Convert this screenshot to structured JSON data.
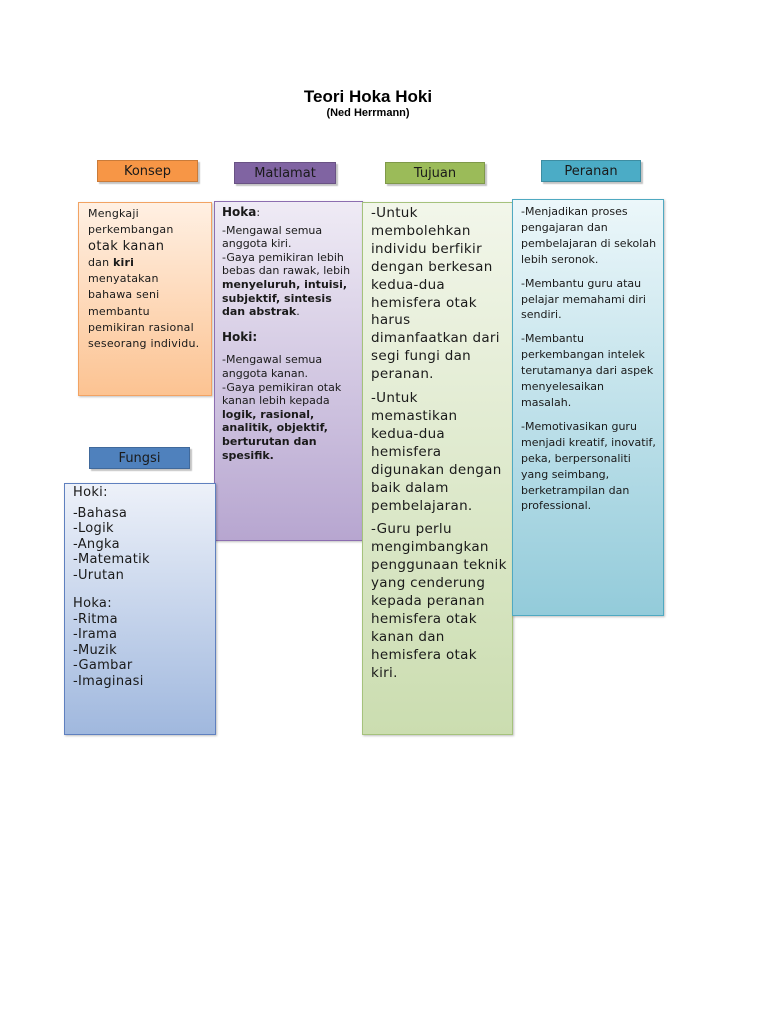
{
  "title": "Teori Hoka Hoki",
  "subtitle": "(Ned Herrmann)",
  "labels": {
    "konsep": "Konsep",
    "matlamat": "Matlamat",
    "tujuan": "Tujuan",
    "peranan": "Peranan",
    "fungsi": "Fungsi"
  },
  "label_colors": {
    "konsep": "#f79646",
    "matlamat": "#8064a2",
    "tujuan": "#9bbb59",
    "peranan": "#4bacc6",
    "fungsi": "#4f81bd"
  },
  "konsep": {
    "t1": "Mengkaji perkembangan",
    "t2": "otak kanan",
    "t3": "dan",
    "t4": "kiri",
    "t5": "menyatakan bahawa seni membantu pemikiran rasional seseorang individu."
  },
  "matlamat": {
    "hoka_head": "Hoka",
    "hoka_colon": ":",
    "hoka_l1": "-Mengawal semua anggota kiri.",
    "hoka_l2": "-Gaya pemikiran lebih bebas dan rawak, lebih",
    "hoka_l2_bold": "menyeluruh, intuisi, subjektif, sintesis dan abstrak",
    "hoka_l2_end": ".",
    "hoki_head": "Hoki:",
    "hoki_l1": "-Mengawal semua anggota kanan.",
    "hoki_l2": "-Gaya pemikiran otak kanan lebih kepada",
    "hoki_l2_bold": "logik, rasional, analitik, objektif, berturutan dan spesifik."
  },
  "tujuan": {
    "p1": "-Untuk membolehkan individu berfikir dengan berkesan kedua-dua hemisfera otak harus dimanfaatkan dari segi fungi dan peranan.",
    "p2": "-Untuk memastikan kedua-dua hemisfera digunakan dengan baik dalam pembelajaran.",
    "p3": "-Guru perlu mengimbangkan penggunaan teknik yang cenderung kepada peranan hemisfera otak kanan dan hemisfera otak kiri."
  },
  "peranan": {
    "p1": "-Menjadikan proses pengajaran dan pembelajaran di sekolah lebih seronok.",
    "p2": "-Membantu guru atau pelajar memahami diri sendiri.",
    "p3": "-Membantu perkembangan intelek terutamanya dari aspek menyelesaikan masalah.",
    "p4": "-Memotivasikan guru menjadi kreatif, inovatif, peka, berpersonaliti yang seimbang, berketrampilan dan professional."
  },
  "fungsi": {
    "hoki_head": "Hoki:",
    "hoki_items": [
      "-Bahasa",
      "-Logik",
      "-Angka",
      "-Matematik",
      "-Urutan"
    ],
    "hoka_head": "Hoka:",
    "hoka_items": [
      "-Ritma",
      "-Irama",
      "-Muzik",
      "-Gambar",
      "-Imaginasi"
    ]
  }
}
